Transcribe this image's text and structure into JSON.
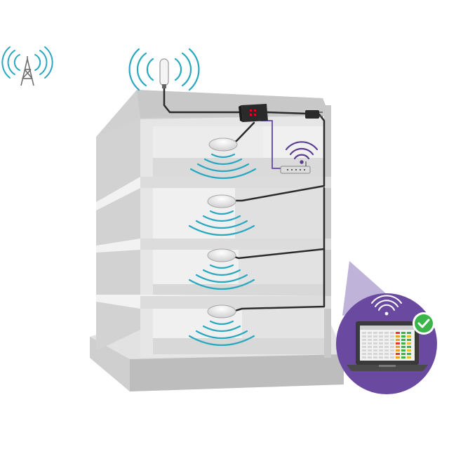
{
  "scene": {
    "cell_tower": {
      "icon": "cell-tower-icon"
    },
    "outdoor_antenna": {
      "icon": "outdoor-antenna-icon"
    },
    "booster": {
      "icon": "signal-booster-icon",
      "led_color": "#e0001b"
    },
    "router": {
      "icon": "router-icon",
      "wifi_color": "#5a3d8f"
    },
    "floors": [
      {
        "level": 4,
        "antenna_icon": "dome-antenna-icon"
      },
      {
        "level": 3,
        "antenna_icon": "dome-antenna-icon"
      },
      {
        "level": 2,
        "antenna_icon": "dome-antenna-icon"
      },
      {
        "level": 1,
        "antenna_icon": "dome-antenna-icon"
      }
    ],
    "laptop_callout": {
      "icon": "laptop-icon",
      "badge_icon": "check-badge-icon",
      "circle_color": "#6a4aa0",
      "badge_color": "#3bb54a"
    }
  },
  "colors": {
    "signal_teal": "#29a8c0",
    "wifi_purple": "#5a3d8f",
    "cable": "#2b2b2b",
    "coax_purple": "#6e55b0",
    "building_light": "#ebebeb",
    "building_mid": "#d9d9d9",
    "building_dark": "#c4c4c4"
  }
}
